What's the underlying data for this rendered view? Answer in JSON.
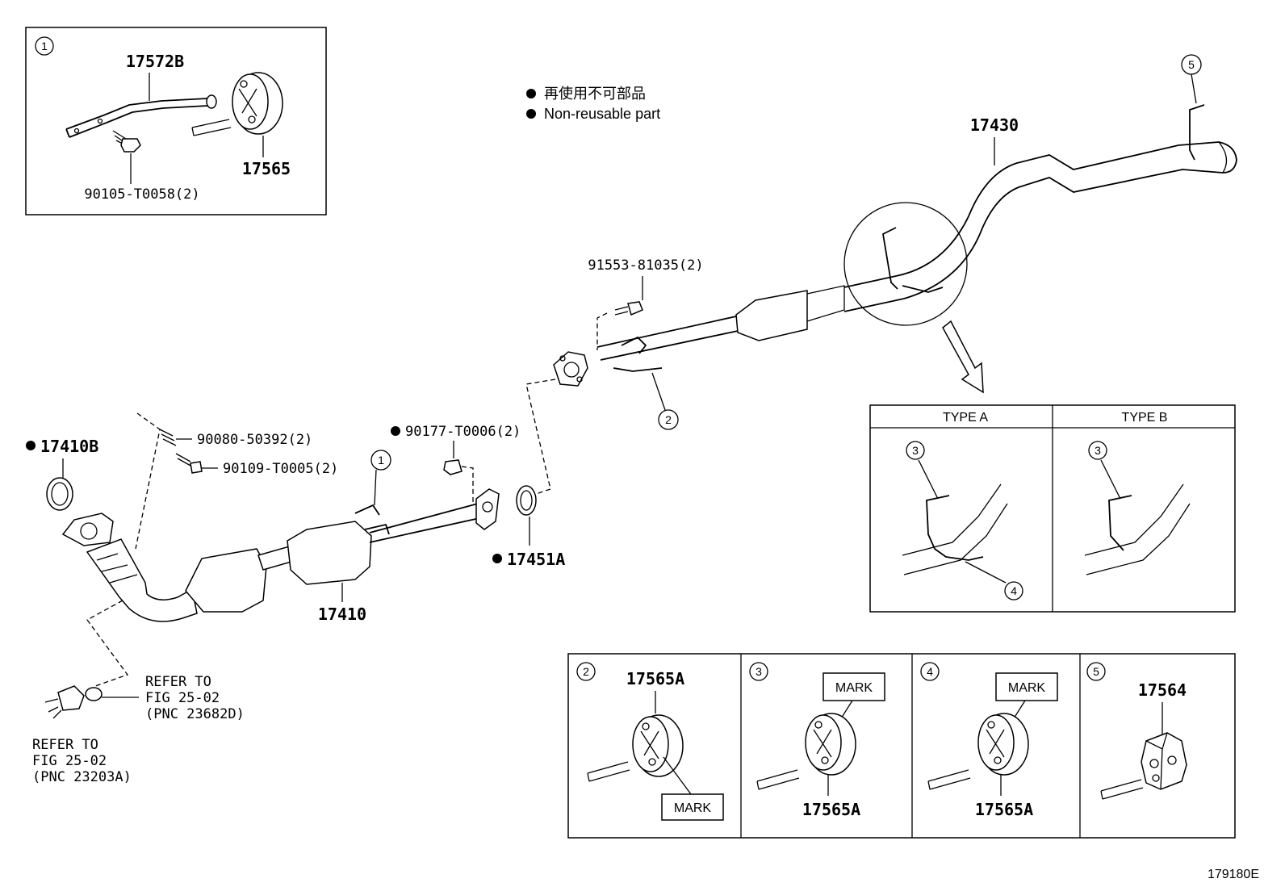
{
  "legend": {
    "line_jp": "再使用不可部品",
    "line_en": "Non-reusable part"
  },
  "inset1": {
    "callout": "1",
    "parts": [
      "17572B",
      "17565",
      "90105-T0058(2)"
    ]
  },
  "parts": {
    "p17430": "17430",
    "p91553": "91553-81035(2)",
    "p17410B": "17410B",
    "p90080": "90080-50392(2)",
    "p90109": "90109-T0005(2)",
    "p90177": "90177-T0006(2)",
    "p17451A": "17451A",
    "p17410": "17410"
  },
  "callouts": {
    "c1": "1",
    "c2": "2",
    "c5": "5",
    "c3": "3",
    "c4": "4"
  },
  "refer1": {
    "l1": "REFER TO",
    "l2": "FIG 25-02",
    "l3": "(PNC 23682D)"
  },
  "refer2": {
    "l1": "REFER TO",
    "l2": "FIG 25-02",
    "l3": "(PNC 23203A)"
  },
  "type_table": {
    "type_a": "TYPE A",
    "type_b": "TYPE B"
  },
  "bottom_panels": [
    {
      "callout": "2",
      "part": "17565A",
      "mark": "MARK"
    },
    {
      "callout": "3",
      "part": "17565A",
      "mark": "MARK"
    },
    {
      "callout": "4",
      "part": "17565A",
      "mark": "MARK"
    },
    {
      "callout": "5",
      "part": "17564"
    }
  ],
  "figure_id": "179180E"
}
